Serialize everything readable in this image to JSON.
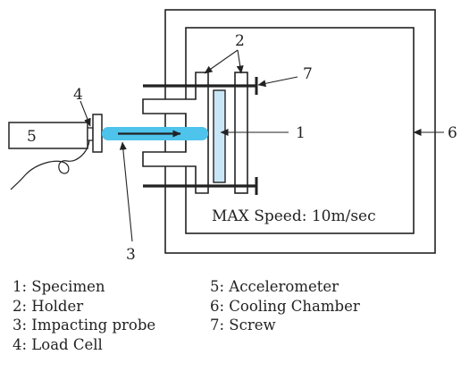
{
  "diagram": {
    "labels": {
      "specimen": "1",
      "holder": "2",
      "probe": "3",
      "load_cell": "4",
      "accelerometer": "5",
      "chamber": "6",
      "screw": "7"
    },
    "speed_text": "MAX Speed: 10m/sec",
    "colors": {
      "probe": "#4ec3ec",
      "specimen": "#c9e6f7",
      "line": "#222222"
    }
  },
  "legend": {
    "left": [
      "1: Specimen",
      "2: Holder",
      "3: Impacting probe",
      "4: Load Cell"
    ],
    "right": [
      "5: Accelerometer",
      "6: Cooling Chamber",
      "7: Screw"
    ]
  }
}
